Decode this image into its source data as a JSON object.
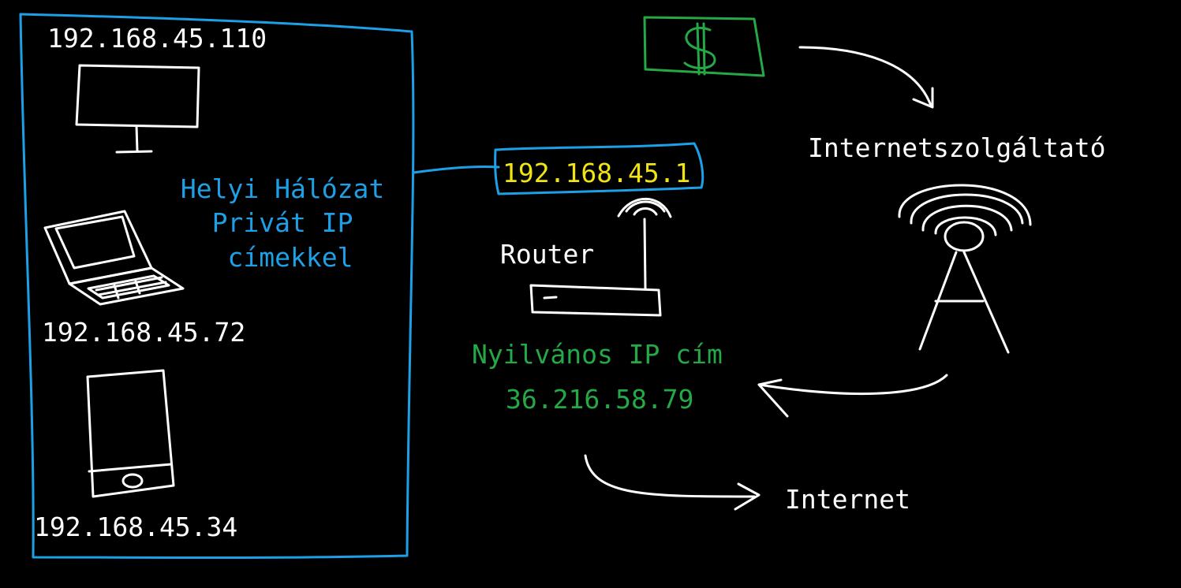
{
  "colors": {
    "background": "#000000",
    "stroke": "#ffffff",
    "lan": "#1ea0e6",
    "gateway": "#f2e411",
    "public": "#25a846"
  },
  "lan": {
    "title_lines": [
      "Helyi Hálózat",
      "Privát IP",
      "címekkel"
    ],
    "devices": [
      {
        "icon": "monitor-icon",
        "ip": "192.168.45.110"
      },
      {
        "icon": "laptop-icon",
        "ip": "192.168.45.72"
      },
      {
        "icon": "tablet-icon",
        "ip": "192.168.45.34"
      }
    ]
  },
  "gateway": {
    "ip": "192.168.45.1"
  },
  "router": {
    "label": "Router",
    "icon": "router-icon"
  },
  "public_ip": {
    "label": "Nyilvános IP cím",
    "value": "36.216.58.79"
  },
  "isp": {
    "label": "Internetszolgáltató",
    "icon": "antenna-tower-icon"
  },
  "payment": {
    "icon": "dollar-bill-icon"
  },
  "internet": {
    "label": "Internet"
  }
}
